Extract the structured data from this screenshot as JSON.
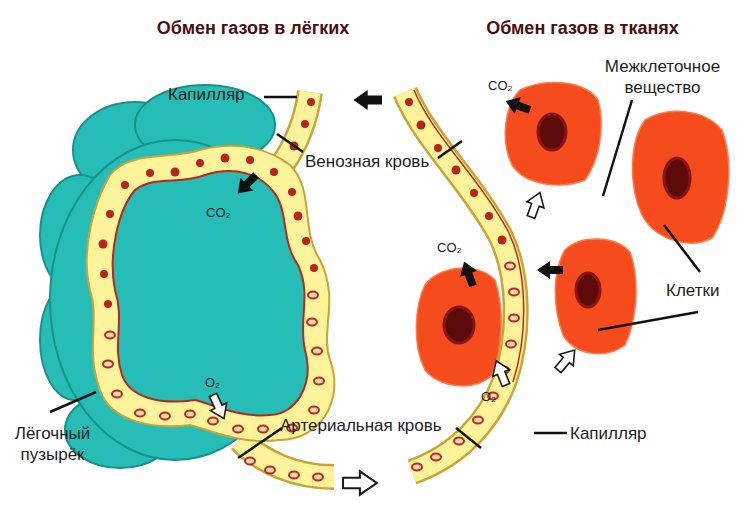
{
  "diagram": {
    "labels": [
      "Обмен газов в лёгких",
      "Обмен газов в тканях",
      "Межклеточное вещество",
      "Капилляр",
      "CO₂",
      "Венозная кровь",
      "CO₂",
      "CO₂",
      "Клетки",
      "O₂",
      "O₂",
      "Артериальная кровь",
      "Лёгочный пузырёк",
      "Капилляр"
    ]
  }
}
